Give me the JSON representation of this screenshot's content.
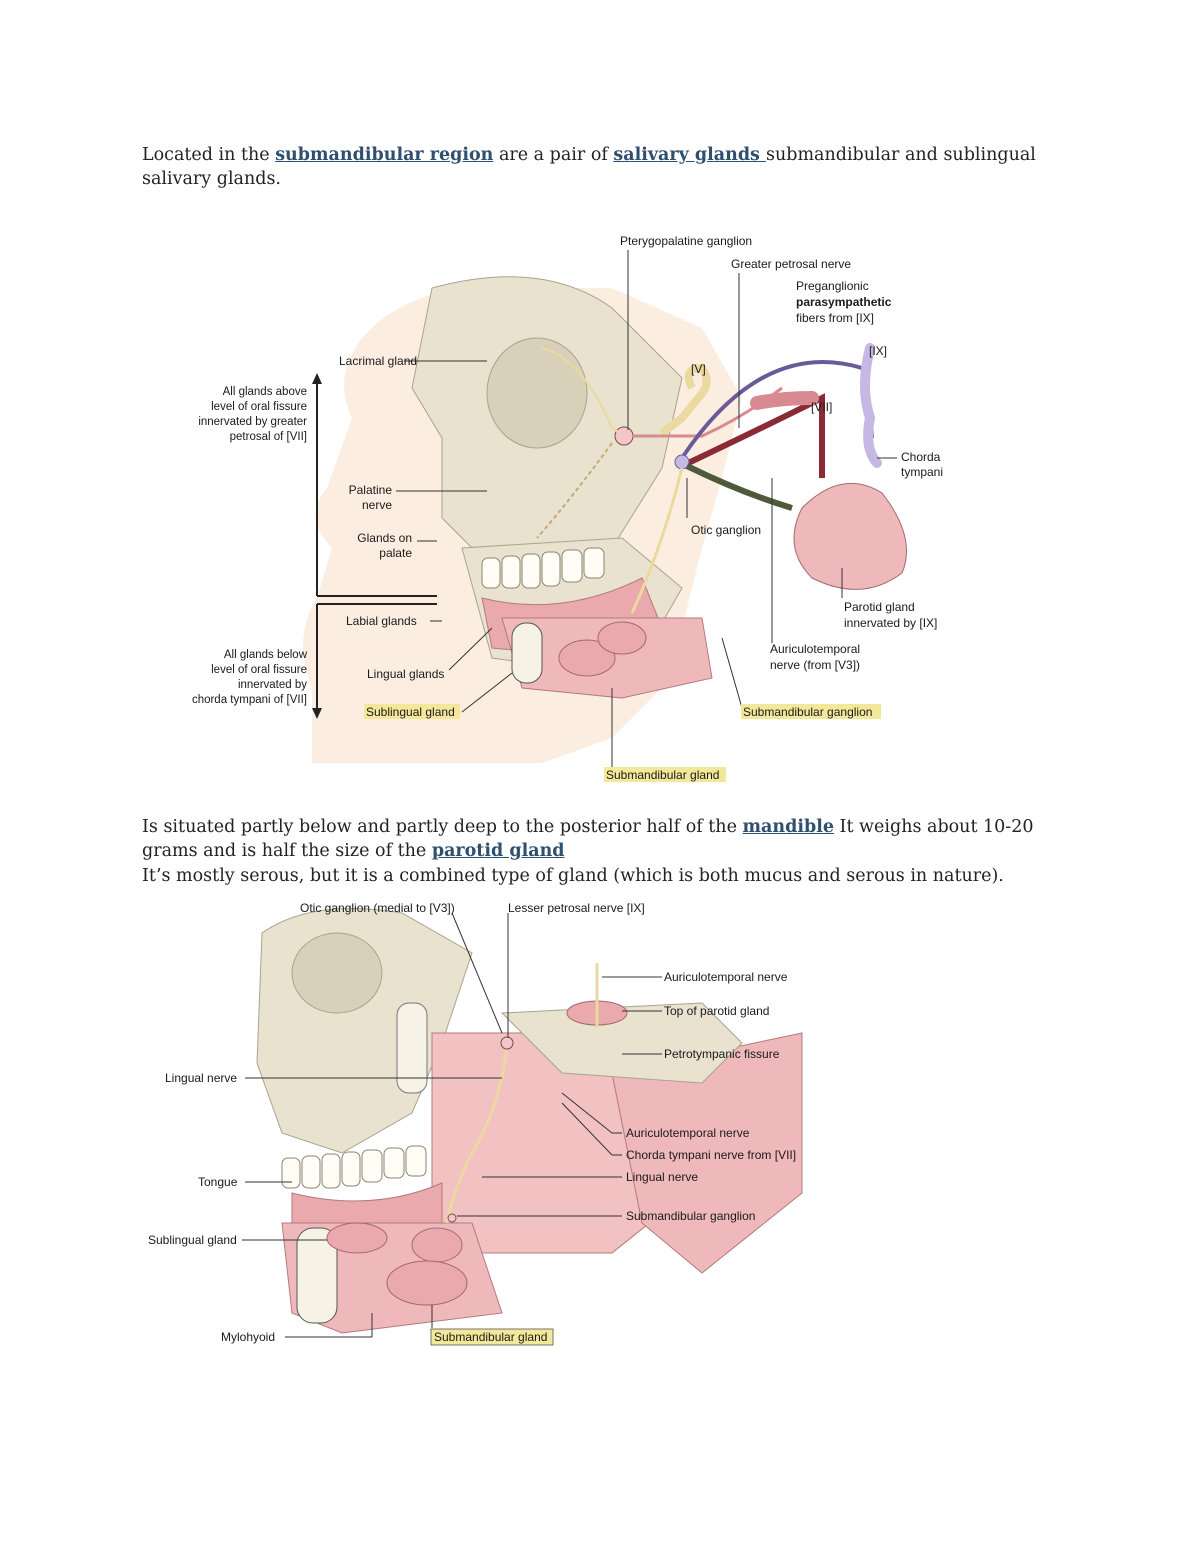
{
  "p1": {
    "t1": "Located in the ",
    "link1": "submandibular region",
    "t2": "  are a pair of ",
    "link2": "salivary glands ",
    "t3": "submandibular and sublingual salivary glands."
  },
  "p2": {
    "t1": "Is situated partly below and partly deep to the posterior half of the ",
    "link1": "mandible",
    "t2": " It weighs about 10-20 grams and is half the size of the ",
    "link2": "parotid gland"
  },
  "p3": {
    "text": "It’s mostly serous, but it is a combined type of gland (which is both mucus and serous in nature)."
  },
  "figure1": {
    "labels": {
      "pterygopalatine": "Pterygopalatine ganglion",
      "greater_petrosal": "Greater petrosal nerve",
      "pregang_1": "Preganglionic",
      "pregang_2": "parasympathetic",
      "pregang_3": "fibers from [IX]",
      "ix": "[IX]",
      "v": "[V]",
      "vii": "[VII]",
      "lacrimal": "Lacrimal gland",
      "above_1": "All glands above",
      "above_2": "level of oral fissure",
      "above_3": "innervated by greater",
      "above_4": "petrosal of [VII]",
      "chorda_1": "Chorda",
      "chorda_2": "tympani",
      "palatine_1": "Palatine",
      "palatine_2": "nerve",
      "otic": "Otic ganglion",
      "glands_palate_1": "Glands on",
      "glands_palate_2": "palate",
      "labial": "Labial glands",
      "parotid_1": "Parotid gland",
      "parotid_2": "innervated by [IX]",
      "below_1": "All glands below",
      "below_2": "level of oral fissure",
      "below_3": "innervated by",
      "below_4": "chorda tympani of [VII]",
      "lingual_glands": "Lingual glands",
      "auriculo_1": "Auriculotemporal",
      "auriculo_2": "nerve (from [V3])",
      "sublingual": "Sublingual gland",
      "subman_ganglion": "Submandibular ganglion",
      "subman_gland": "Submandibular gland"
    }
  },
  "figure2": {
    "labels": {
      "otic": "Otic ganglion (medial to [V3])",
      "lesser_petrosal": "Lesser petrosal nerve [IX]",
      "auriculo_top": "Auriculotemporal nerve",
      "top_parotid": "Top of parotid gland",
      "lingual_left": "Lingual nerve",
      "petrotympanic": "Petrotympanic fissure",
      "auriculo_mid": "Auriculotemporal nerve",
      "chorda": "Chorda tympani nerve from [VII]",
      "lingual_right": "Lingual nerve",
      "tongue": "Tongue",
      "subman_ganglion": "Submandibular ganglion",
      "sublingual": "Sublingual gland",
      "mylohyoid": "Mylohyoid",
      "subman_gland": "Submandibular gland"
    }
  },
  "colors": {
    "link": "#2f4f6f",
    "highlight": "#f3e79a",
    "bone": "#e8e2cf",
    "gland": "#e9a9ad",
    "nerve": "#ecd9a0"
  }
}
